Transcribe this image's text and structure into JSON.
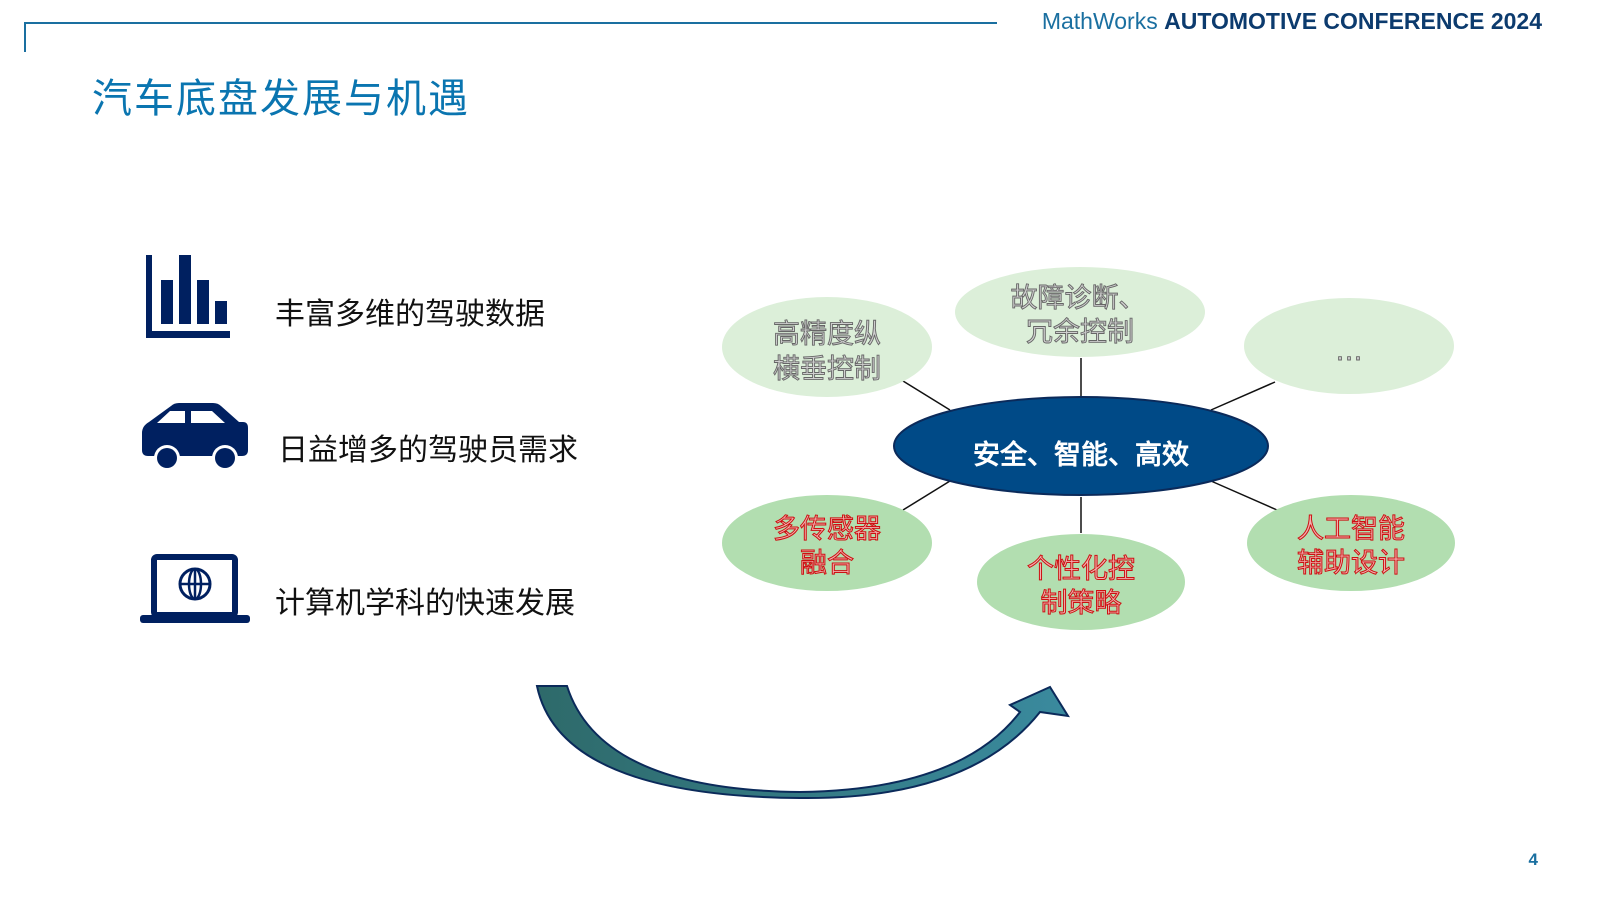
{
  "header": {
    "brand": "MathWorks",
    "conference": "AUTOMOTIVE CONFERENCE 2024"
  },
  "title": "汽车底盘发展与机遇",
  "drivers": [
    {
      "icon": "bar-chart-icon",
      "label": "丰富多维的驾驶数据"
    },
    {
      "icon": "car-icon",
      "label": "日益增多的驾驶员需求"
    },
    {
      "icon": "laptop-globe-icon",
      "label": "计算机学科的快速发展"
    }
  ],
  "diagram": {
    "center": "安全、智能、高效",
    "nodes": [
      {
        "lines": [
          "高精度纵",
          "横垂控制"
        ]
      },
      {
        "lines": [
          "故障诊断、",
          "冗余控制"
        ]
      },
      {
        "lines": [
          "…"
        ]
      },
      {
        "lines": [
          "多传感器",
          "融合"
        ]
      },
      {
        "lines": [
          "个性化控",
          "制策略"
        ]
      },
      {
        "lines": [
          "人工智能",
          "辅助设计"
        ]
      }
    ]
  },
  "colors": {
    "accent": "#0a75b0",
    "navy": "#002060",
    "center": "#004a87",
    "light_green": "#dcefd9",
    "green": "#b2deb0",
    "red": "#cc1111",
    "gray": "#777777"
  },
  "page_number": "4"
}
